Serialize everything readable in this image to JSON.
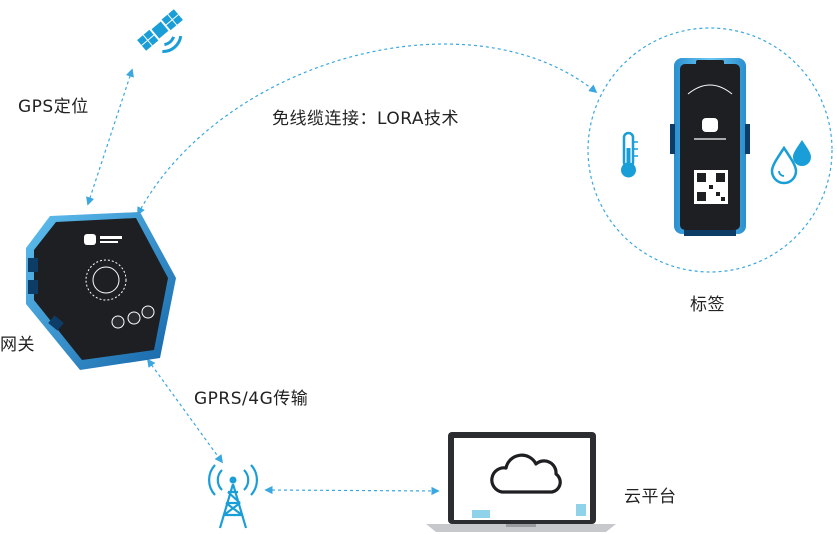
{
  "labels": {
    "gps": "GPS定位",
    "lora": "免线缆连接：LORA技术",
    "gateway": "网关",
    "tag": "标签",
    "gprs": "GPRS/4G传输",
    "cloud": "云平台"
  },
  "colors": {
    "accent": "#1a9ed8",
    "connector": "#3aa7e0",
    "text": "#222222",
    "device_body": "#1d1f22",
    "device_frame": "#2a8fd0"
  },
  "icons": [
    "satellite-icon",
    "thermometer-icon",
    "water-drops-icon",
    "signal-tower-icon",
    "cloud-icon"
  ]
}
